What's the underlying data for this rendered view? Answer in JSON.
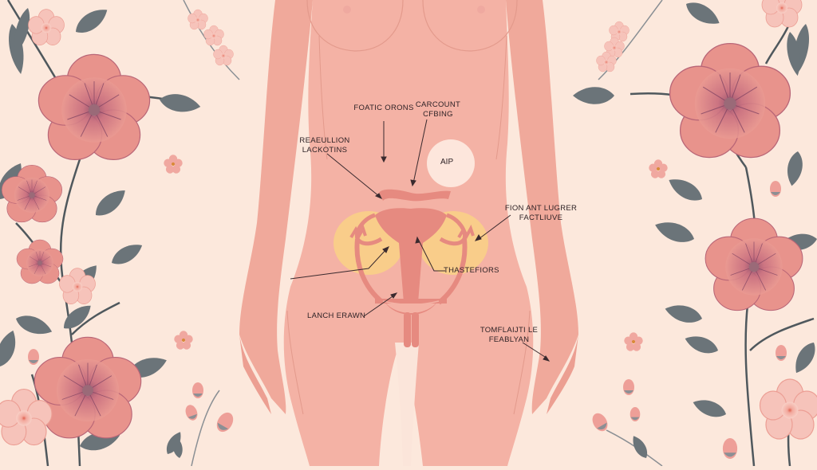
{
  "diagram": {
    "title": "Female reproductive anatomy illustration with floral border",
    "colors": {
      "background": "#fce8dc",
      "body": "#f4b2a5",
      "body_shadow": "#ec9f92",
      "body_outline": "#e39a8c",
      "uterus": "#e68a80",
      "ovary": "#f9cd8a",
      "callout_circle": "#fde6dc",
      "flower_petal": "#e8918a",
      "flower_light": "#f6c1b8",
      "flower_center": "#8a4a6a",
      "leaf": "#6b7479",
      "stem": "#4f585d",
      "label_text": "#2e2226",
      "leader_line": "#3a2a2e"
    },
    "callout_circle": {
      "label": "AIP"
    },
    "labels": [
      {
        "id": "top-left-center",
        "lines": [
          "FOATIC ORONS"
        ]
      },
      {
        "id": "top-right-center",
        "lines": [
          "CARCOUNT",
          "CFBING"
        ]
      },
      {
        "id": "left-upper",
        "lines": [
          "REAEULLION",
          "LACKOTINS"
        ]
      },
      {
        "id": "right-mid",
        "lines": [
          "FION ANT LUGRER",
          "FACTLIUVE"
        ]
      },
      {
        "id": "center-right",
        "lines": [
          "THASTEFIORS"
        ]
      },
      {
        "id": "left-lower",
        "lines": [
          "LANCH ERAWN"
        ]
      },
      {
        "id": "right-lower",
        "lines": [
          "TOMFLAIJTI LE",
          "FEABLYAN"
        ]
      }
    ]
  }
}
